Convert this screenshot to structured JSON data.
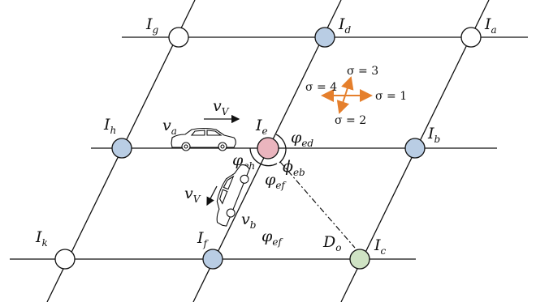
{
  "nodes": {
    "a": {
      "base": "I",
      "sub": "a",
      "color": "#ffffff"
    },
    "b": {
      "base": "I",
      "sub": "b",
      "color": "#b9cde4"
    },
    "c": {
      "base": "I",
      "sub": "c",
      "color": "#cfe3c4"
    },
    "d": {
      "base": "I",
      "sub": "d",
      "color": "#b9cde4"
    },
    "e": {
      "base": "I",
      "sub": "e",
      "color": "#eab5be"
    },
    "f": {
      "base": "I",
      "sub": "f",
      "color": "#b9cde4"
    },
    "g": {
      "base": "I",
      "sub": "g",
      "color": "#ffffff"
    },
    "h": {
      "base": "I",
      "sub": "h",
      "color": "#b9cde4"
    },
    "k": {
      "base": "I",
      "sub": "k",
      "color": "#ffffff"
    }
  },
  "vehicles": {
    "car_a": {
      "speed_base": "v",
      "speed_sub": "V",
      "name_base": "v",
      "name_sub": "a"
    },
    "car_b": {
      "speed_base": "v",
      "speed_sub": "V",
      "name_base": "v",
      "name_sub": "b"
    }
  },
  "angles": {
    "ed": {
      "base": "φ",
      "sub": "ed"
    },
    "eh": {
      "base": "φ",
      "sub": "eh"
    },
    "eb": {
      "base": "ϕ",
      "sub": "eb"
    },
    "ef": {
      "base": "φ",
      "sub": "ef"
    },
    "ef2": {
      "base": "φ",
      "sub": "ef"
    }
  },
  "distance": {
    "base": "D",
    "sub": "o"
  },
  "directions": {
    "color": "#e57f2c",
    "s1": "σ = 1",
    "s2": "σ = 2",
    "s3": "σ = 3",
    "s4": "σ = 4"
  }
}
